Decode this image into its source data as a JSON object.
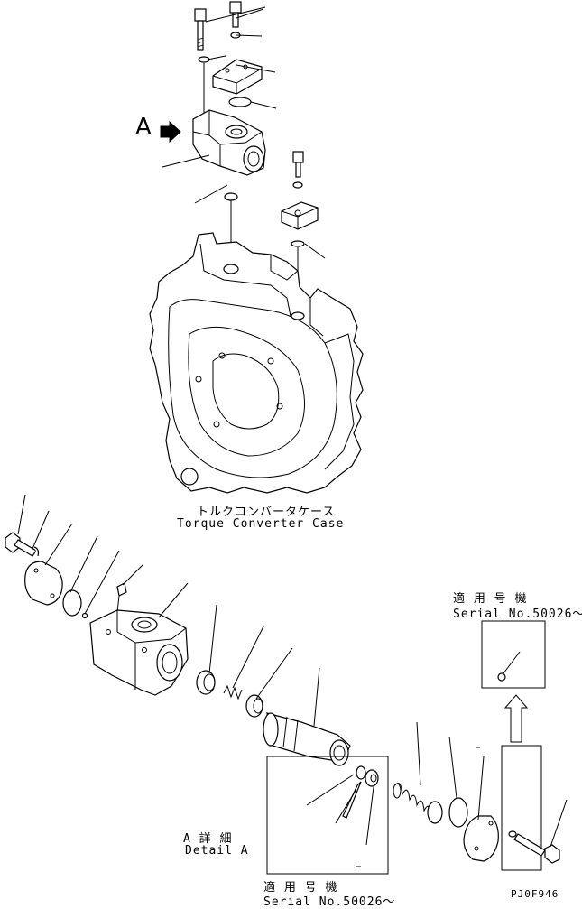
{
  "view_label": "A",
  "case": {
    "label_jp": "トルクコンバータケース",
    "label_en": "Torque Converter Case"
  },
  "detail": {
    "label_jp": "A 詳 細",
    "label_en": "Detail A"
  },
  "serial_top": {
    "label_jp": "適 用 号 機",
    "label_en": "Serial No.50026～"
  },
  "serial_bottom": {
    "label_jp": "適 用 号 機",
    "label_en": "Serial No.50026～"
  },
  "drawing_code": "PJ0F946"
}
